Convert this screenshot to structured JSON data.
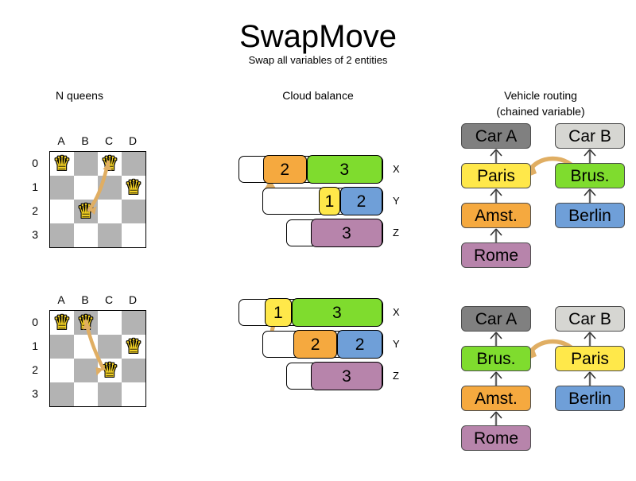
{
  "header": {
    "title": "SwapMove",
    "subtitle": "Swap all variables of 2 entities"
  },
  "sections": {
    "nqueens": {
      "heading": "N queens"
    },
    "cloud": {
      "heading": "Cloud balance"
    },
    "vehicle": {
      "heading_line1": "Vehicle routing",
      "heading_line2": "(chained variable)"
    }
  },
  "colors": {
    "orange": "#f5a93f",
    "green": "#7fdc2e",
    "yellow": "#ffe84a",
    "blue": "#6f9fd8",
    "purple": "#b784ab",
    "dark_gray": "#808080",
    "light_gray": "#d6d6d2",
    "arrow_tan": "#e0ae63",
    "queen": "#f2d024",
    "board_dark": "#b3b3b3",
    "board_light": "#ffffff"
  },
  "nqueens": {
    "files": [
      "A",
      "B",
      "C",
      "D"
    ],
    "ranks": [
      "0",
      "1",
      "2",
      "3"
    ],
    "queen_glyph": "♛",
    "before": {
      "queens": [
        {
          "file": 0,
          "rank": 0
        },
        {
          "file": 2,
          "rank": 0
        },
        {
          "file": 3,
          "rank": 1
        },
        {
          "file": 1,
          "rank": 2
        }
      ]
    },
    "after": {
      "queens": [
        {
          "file": 0,
          "rank": 0
        },
        {
          "file": 1,
          "rank": 0
        },
        {
          "file": 3,
          "rank": 1
        },
        {
          "file": 2,
          "rank": 2
        }
      ]
    }
  },
  "cloud_balance": {
    "before": {
      "rows": [
        {
          "label": "X",
          "segments": [
            {
              "value": "2",
              "color": "#f5a93f",
              "width": 66
            },
            {
              "value": "3",
              "color": "#7fdc2e",
              "width": 116
            }
          ],
          "offset": 0,
          "spacer": 30,
          "track_width": 182
        },
        {
          "label": "Y",
          "segments": [
            {
              "value": "1",
              "color": "#ffe84a",
              "width": 34
            },
            {
              "value": "2",
              "color": "#6f9fd8",
              "width": 68
            }
          ],
          "offset": 30,
          "spacer": 70,
          "track_width": 152
        },
        {
          "label": "Z",
          "segments": [
            {
              "value": "3",
              "color": "#b784ab",
              "width": 92
            }
          ],
          "offset": 60,
          "spacer": 30,
          "track_width": 122
        }
      ]
    },
    "after": {
      "rows": [
        {
          "label": "X",
          "segments": [
            {
              "value": "1",
              "color": "#ffe84a",
              "width": 34
            },
            {
              "value": "3",
              "color": "#7fdc2e",
              "width": 116
            }
          ],
          "offset": 0,
          "spacer": 32,
          "track_width": 182
        },
        {
          "label": "Y",
          "segments": [
            {
              "value": "2",
              "color": "#f5a93f",
              "width": 66
            },
            {
              "value": "2",
              "color": "#6f9fd8",
              "width": 68
            }
          ],
          "offset": 30,
          "spacer": 38,
          "track_width": 152
        },
        {
          "label": "Z",
          "segments": [
            {
              "value": "3",
              "color": "#b784ab",
              "width": 92
            }
          ],
          "offset": 60,
          "spacer": 30,
          "track_width": 122
        }
      ]
    }
  },
  "vehicle_routing": {
    "before": {
      "car_a": {
        "label": "Car A",
        "color": "#808080"
      },
      "car_b": {
        "label": "Car B",
        "color": "#d6d6d2"
      },
      "chain_a": [
        {
          "label": "Paris",
          "color": "#ffe84a"
        },
        {
          "label": "Amst.",
          "color": "#f5a93f"
        },
        {
          "label": "Rome",
          "color": "#b784ab"
        }
      ],
      "chain_b": [
        {
          "label": "Brus.",
          "color": "#7fdc2e"
        },
        {
          "label": "Berlin",
          "color": "#6f9fd8"
        }
      ]
    },
    "after": {
      "car_a": {
        "label": "Car A",
        "color": "#808080"
      },
      "car_b": {
        "label": "Car B",
        "color": "#d6d6d2"
      },
      "chain_a": [
        {
          "label": "Brus.",
          "color": "#7fdc2e"
        },
        {
          "label": "Amst.",
          "color": "#f5a93f"
        },
        {
          "label": "Rome",
          "color": "#b784ab"
        }
      ],
      "chain_b": [
        {
          "label": "Paris",
          "color": "#ffe84a"
        },
        {
          "label": "Berlin",
          "color": "#6f9fd8"
        }
      ]
    }
  }
}
